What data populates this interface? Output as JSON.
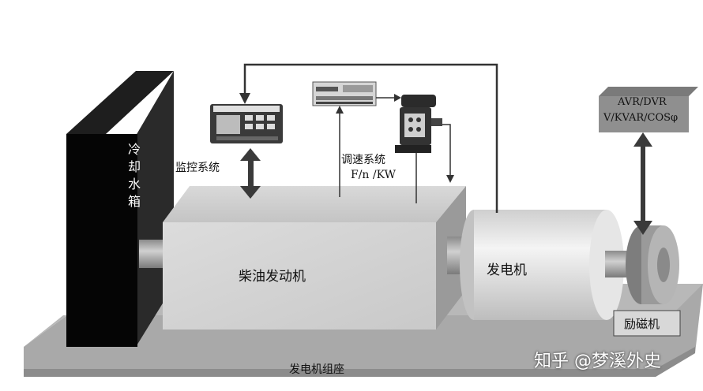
{
  "labels": {
    "cooling_tank": [
      "冷",
      "却",
      "水",
      "箱"
    ],
    "monitoring_system": "监控系统",
    "speed_control_system": "调速系统",
    "speed_control_params": "F/n /KW",
    "diesel_engine": "柴油发动机",
    "generator": "发电机",
    "avr_line1": "AVR/DVR",
    "avr_line2": "V/KVAR/COSφ",
    "exciter": "励磁机",
    "generator_base": "发电机组座",
    "watermark": "知乎 @梦溪外史"
  }
}
